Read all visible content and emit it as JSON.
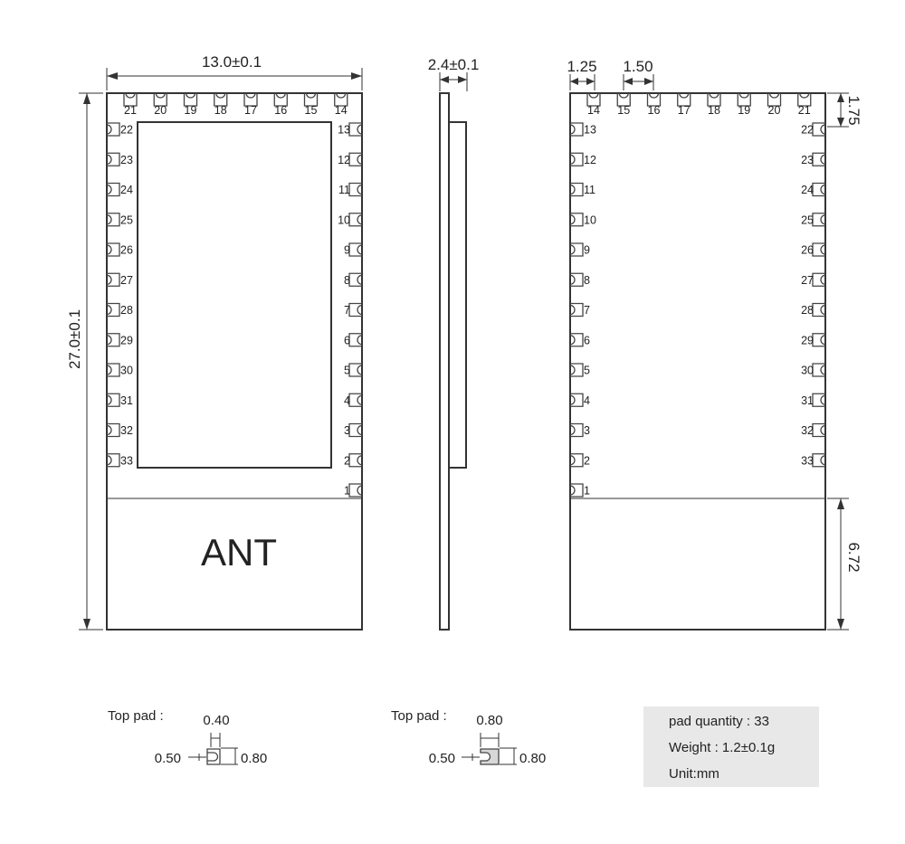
{
  "front_view": {
    "top_pins": [
      "21",
      "20",
      "19",
      "18",
      "17",
      "16",
      "15",
      "14"
    ],
    "left_pins": [
      "22",
      "23",
      "24",
      "25",
      "26",
      "27",
      "28",
      "29",
      "30",
      "31",
      "32",
      "33"
    ],
    "right_pins": [
      "13",
      "12",
      "11",
      "10",
      "9",
      "8",
      "7",
      "6",
      "5",
      "4",
      "3",
      "2",
      "1"
    ],
    "antenna_label": "ANT",
    "width_dim": "13.0±0.1",
    "height_dim": "27.0±0.1"
  },
  "side_view": {
    "thickness_dim": "2.4±0.1"
  },
  "bottom_view": {
    "top_pins": [
      "14",
      "15",
      "16",
      "17",
      "18",
      "19",
      "20",
      "21"
    ],
    "left_pins": [
      "13",
      "12",
      "11",
      "10",
      "9",
      "8",
      "7",
      "6",
      "5",
      "4",
      "3",
      "2",
      "1"
    ],
    "right_pins": [
      "22",
      "23",
      "24",
      "25",
      "26",
      "27",
      "28",
      "29",
      "30",
      "31",
      "32",
      "33"
    ],
    "edge_dim": "1.25",
    "pitch_dim": "1.50",
    "pad_depth_dim": "1.75",
    "antenna_dim": "6.72"
  },
  "pad_details": [
    {
      "title": "Top pad :",
      "top_dim": "0.40",
      "left_dim": "0.50",
      "right_dim": "0.80"
    },
    {
      "title": "Top pad :",
      "top_dim": "0.80",
      "left_dim": "0.50",
      "right_dim": "0.80"
    }
  ],
  "info_box": {
    "lines": [
      "pad quantity : 33",
      "Weight : 1.2±0.1g",
      "Unit:mm"
    ],
    "background": "#e8e8e8"
  }
}
